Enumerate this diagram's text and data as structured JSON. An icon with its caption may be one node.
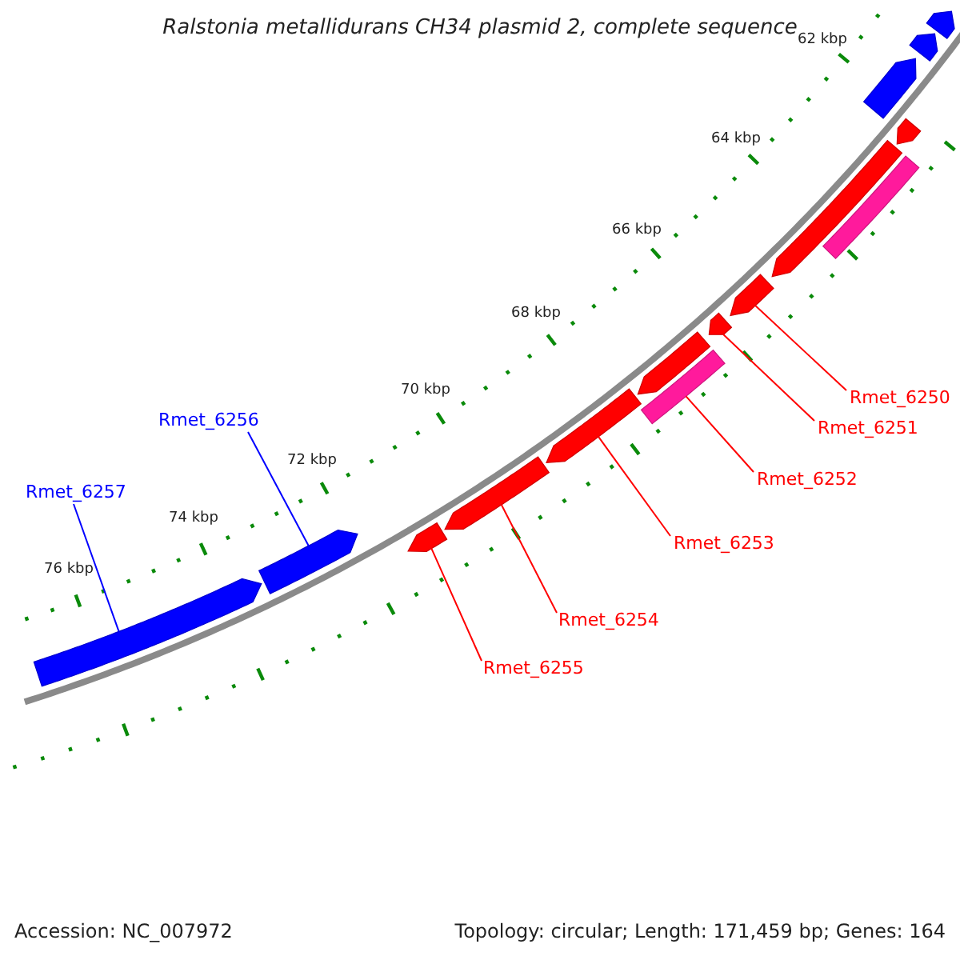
{
  "diagram": {
    "title": "Ralstonia metallidurans CH34 plasmid 2, complete sequence",
    "nodes": [
      {
        "text": [
          "Rmet_6250"
        ]
      },
      {
        "text": [
          "Rmet_6251"
        ]
      },
      {
        "text": [
          "Rmet_6252"
        ]
      },
      {
        "text": [
          "Rmet_6253"
        ]
      },
      {
        "text": [
          "Rmet_6254"
        ]
      },
      {
        "text": [
          "Rmet_6255"
        ]
      },
      {
        "text": [
          "Rmet_6256"
        ]
      },
      {
        "text": [
          "Rmet_6257"
        ]
      },
      {
        "text": [],
        "shape": "box"
      },
      {
        "text": [],
        "shape": "box"
      },
      {
        "text": [],
        "shape": "box"
      },
      {
        "text": [],
        "shape": "box"
      },
      {
        "text": [],
        "shape": "bar"
      },
      {
        "text": [],
        "shape": "box"
      },
      {
        "text": [],
        "shape": "box"
      },
      {
        "text": [],
        "shape": "box"
      },
      {
        "text": [],
        "shape": "box"
      },
      {
        "text": [],
        "shape": "bar"
      },
      {
        "text": [],
        "shape": "box"
      },
      {
        "text": [],
        "shape": "box"
      },
      {
        "text": [],
        "shape": "box"
      },
      {
        "text": [],
        "shape": "box"
      },
      {
        "text": [],
        "shape": "box"
      }
    ],
    "edges": [
      {
        "from": 0,
        "to": 14,
        "arrow": "none"
      },
      {
        "from": 1,
        "to": 15,
        "arrow": "none"
      },
      {
        "from": 2,
        "to": 17,
        "arrow": "none"
      },
      {
        "from": 3,
        "to": 18,
        "arrow": "none"
      },
      {
        "from": 4,
        "to": 19,
        "arrow": "none"
      },
      {
        "from": 5,
        "to": 20,
        "arrow": "none"
      },
      {
        "from": 6,
        "to": 21,
        "arrow": "none",
        "color": "#0000ff"
      },
      {
        "from": 7,
        "to": 22,
        "arrow": "none",
        "color": "#0000ff"
      }
    ],
    "labels": [
      "62 kbp",
      "64 kbp",
      "66 kbp",
      "68 kbp",
      "70 kbp",
      "72 kbp",
      "74 kbp",
      "76 kbp",
      "Accession: NC_007972",
      "Topology: circular; Length: 171,459 bp; Genes: 164"
    ]
  }
}
